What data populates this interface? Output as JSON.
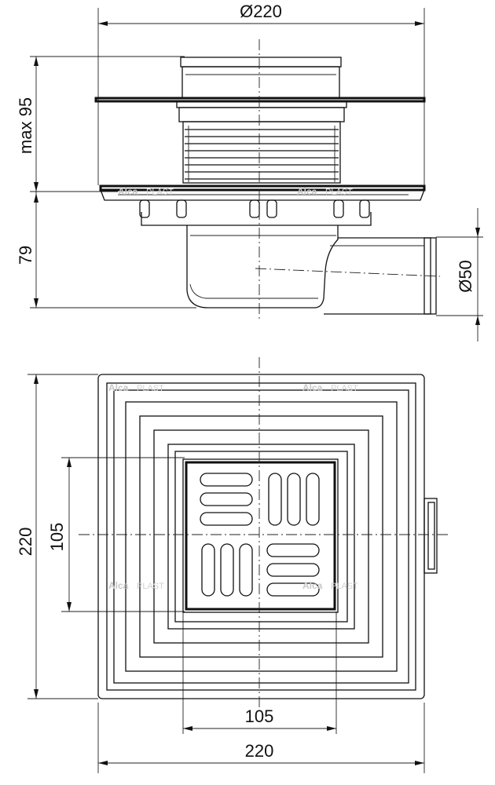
{
  "side_view": {
    "dim_top_diameter": "Ø220",
    "dim_max_height": "max 95",
    "dim_body_height": "79",
    "dim_outlet_diameter": "Ø50",
    "watermark_brand": "Alca",
    "watermark_suffix": "PLAST"
  },
  "plan_view": {
    "dim_grate_width": "105",
    "dim_outer_width": "220",
    "dim_grate_height": "105",
    "dim_outer_height": "220",
    "watermark_brand": "Alca",
    "watermark_suffix": "PLAST"
  },
  "icons": [
    "alcaplast-logo-watermark"
  ]
}
